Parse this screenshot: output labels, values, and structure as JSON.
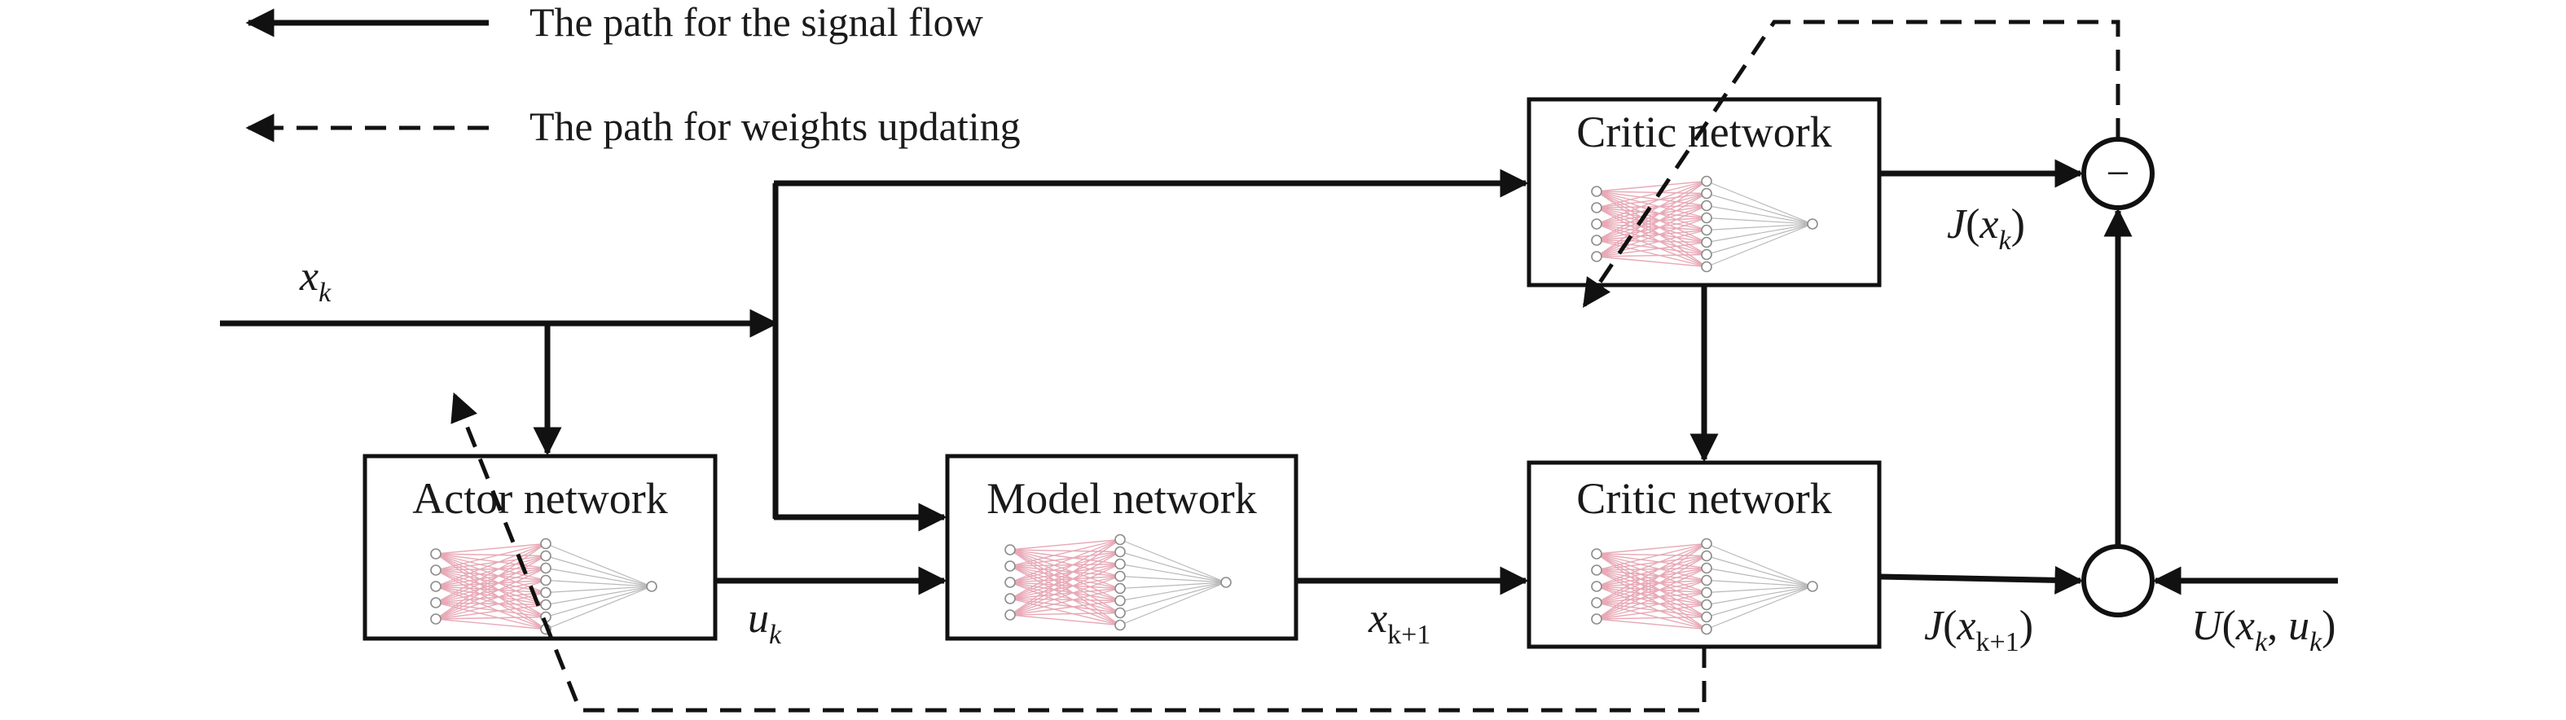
{
  "legend": {
    "solid_label": "The path for the signal flow",
    "dashed_label": "The path for weights updating"
  },
  "boxes": {
    "actor": "Actor network",
    "model": "Model network",
    "critic_top": "Critic network",
    "critic_bottom": "Critic network"
  },
  "labels": {
    "x_k": {
      "base": "x",
      "sub": "k"
    },
    "u_k": {
      "base": "u",
      "sub": "k"
    },
    "x_k1": {
      "base": "x",
      "sub": "k+1"
    },
    "J_xk": {
      "func": "J",
      "open": "(",
      "base": "x",
      "sub": "k",
      "close": ")"
    },
    "J_xk1": {
      "func": "J",
      "open": "(",
      "base": "x",
      "sub": "k+1",
      "close": ")"
    },
    "U": {
      "func": "U",
      "open": "(",
      "a": "x",
      "a_sub": "k",
      "sep": ", ",
      "b": "u",
      "b_sub": "k",
      "close": ")"
    },
    "minus": "−"
  }
}
